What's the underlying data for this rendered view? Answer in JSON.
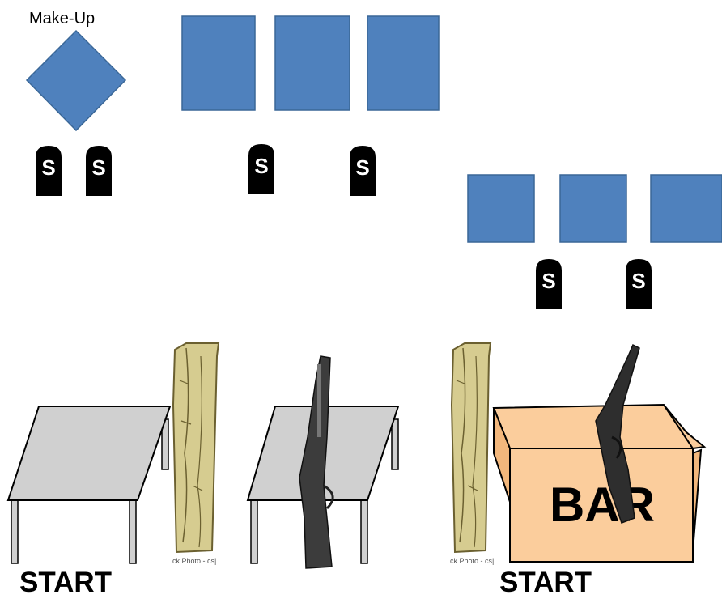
{
  "labels": {
    "makeup": "Make-Up",
    "start_left": "START",
    "start_right": "START",
    "box_text": "BAR",
    "steel_letter": "S",
    "photo_credit": "ck Photo - cs|"
  },
  "colors": {
    "target_fill": "#4f81bd",
    "target_stroke": "#3a6797",
    "table_top": "#d0d0d0",
    "box_fill": "#fbcd9c",
    "plank": "#d6cc90",
    "steel": "#000000"
  },
  "icons": [
    "diamond-target",
    "paper-target",
    "steel-plate",
    "table",
    "wooden-post",
    "rifle",
    "shotgun",
    "cardboard-box"
  ]
}
